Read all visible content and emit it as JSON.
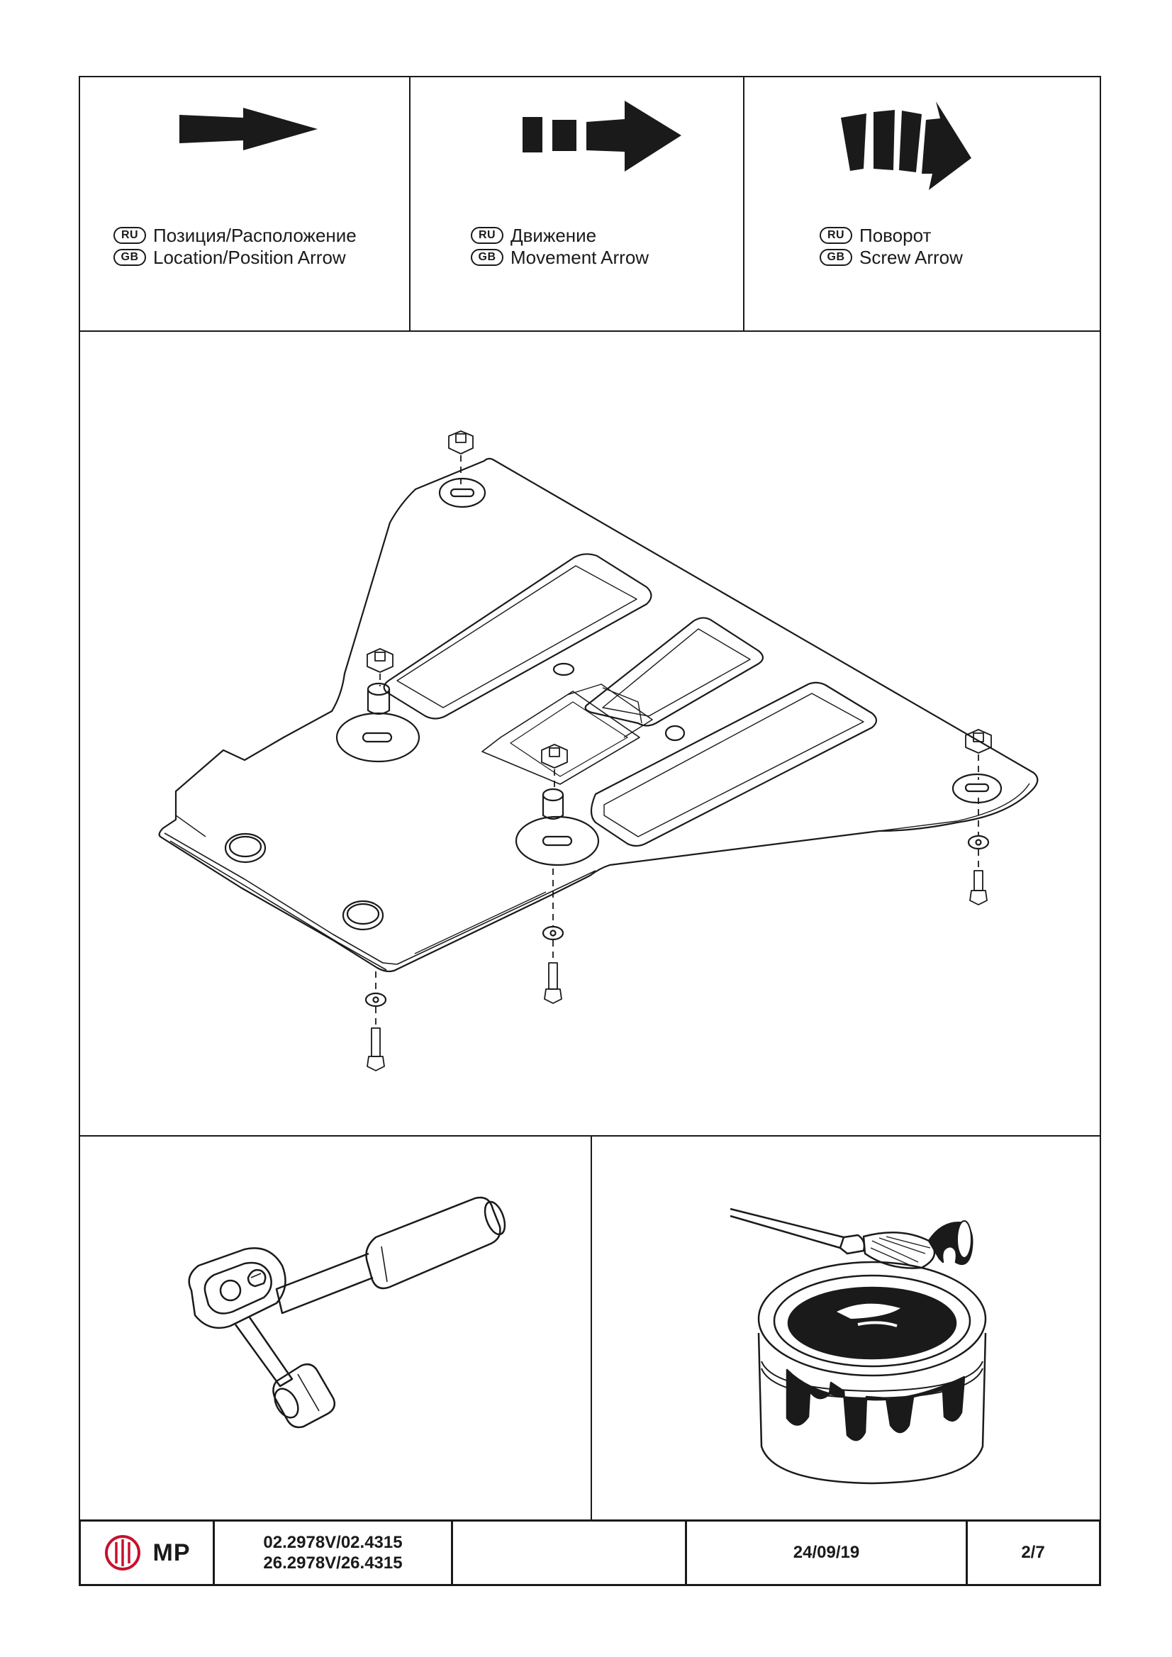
{
  "legend": [
    {
      "icon": "location-position-arrow-icon",
      "ru_badge": "RU",
      "gb_badge": "GB",
      "ru": "Позиция/Расположение",
      "gb": "Location/Position Arrow"
    },
    {
      "icon": "movement-arrow-icon",
      "ru_badge": "RU",
      "gb_badge": "GB",
      "ru": "Движение",
      "gb": "Movement Arrow"
    },
    {
      "icon": "screw-arrow-icon",
      "ru_badge": "RU",
      "gb_badge": "GB",
      "ru": "Поворот",
      "gb": "Screw Arrow"
    }
  ],
  "footer": {
    "logo_text": "MP",
    "code_1": "02.2978V/02.4315",
    "code_2": "26.2978V/26.4315",
    "blank": "",
    "date": "24/09/19",
    "page": "2/7"
  },
  "colors": {
    "ink": "#1a1a1a",
    "brand_red": "#c8102e"
  }
}
